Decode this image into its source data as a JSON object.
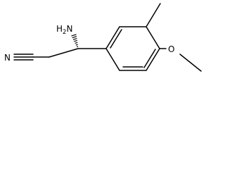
{
  "molecule": {
    "atom_labels": {
      "amine": {
        "main": "H",
        "subscript": "2",
        "tail": "N"
      },
      "nitrile_n": "N",
      "methoxy_o": "O"
    },
    "stereo": {
      "type": "hashed-wedge",
      "center": "C-alpha",
      "to": "NH2"
    }
  }
}
